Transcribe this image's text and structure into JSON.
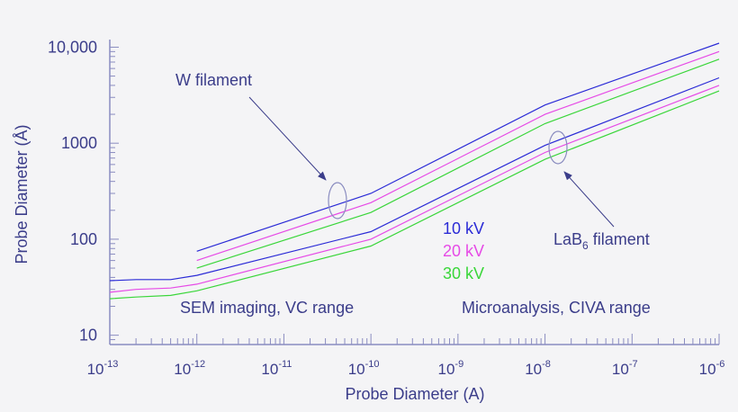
{
  "chart_data": {
    "type": "line",
    "xlabel": "Probe Diameter (A)",
    "ylabel": "Probe Diameter (Å)",
    "x_scale": "log",
    "y_scale": "log",
    "xlim": [
      1e-13,
      1e-06
    ],
    "ylim": [
      8,
      12000
    ],
    "x_ticks": [
      {
        "value": 1e-13,
        "base": "10",
        "exp": "-13"
      },
      {
        "value": 1e-12,
        "base": "10",
        "exp": "-12"
      },
      {
        "value": 1e-11,
        "base": "10",
        "exp": "-11"
      },
      {
        "value": 1e-10,
        "base": "10",
        "exp": "-10"
      },
      {
        "value": 1e-09,
        "base": "10",
        "exp": "-9"
      },
      {
        "value": 1e-08,
        "base": "10",
        "exp": "-8"
      },
      {
        "value": 1e-07,
        "base": "10",
        "exp": "-7"
      },
      {
        "value": 1e-06,
        "base": "10",
        "exp": "-6"
      }
    ],
    "y_ticks": [
      {
        "value": 10,
        "label": "10"
      },
      {
        "value": 100,
        "label": "100"
      },
      {
        "value": 1000,
        "label": "1000"
      },
      {
        "value": 10000,
        "label": "10,000"
      }
    ],
    "grid": false,
    "colors": {
      "10 kV": "#2b2bd6",
      "20 kV": "#e64ae6",
      "30 kV": "#3ad63a",
      "text": "#3b3d8a",
      "axis": "#8a8cc0"
    },
    "series": [
      {
        "group": "W filament",
        "kv": "10 kV",
        "points": [
          [
            1e-12,
            75
          ],
          [
            1e-10,
            300
          ],
          [
            1e-08,
            2500
          ],
          [
            1e-06,
            11000
          ]
        ]
      },
      {
        "group": "W filament",
        "kv": "20 kV",
        "points": [
          [
            1e-12,
            60
          ],
          [
            1e-10,
            240
          ],
          [
            1e-08,
            2000
          ],
          [
            1e-06,
            9000
          ]
        ]
      },
      {
        "group": "W filament",
        "kv": "30 kV",
        "points": [
          [
            1e-12,
            50
          ],
          [
            1e-10,
            190
          ],
          [
            1e-08,
            1600
          ],
          [
            1e-06,
            7500
          ]
        ]
      },
      {
        "group": "LaB6 filament",
        "kv": "10 kV",
        "points": [
          [
            1e-13,
            37
          ],
          [
            2e-13,
            38
          ],
          [
            5e-13,
            38
          ],
          [
            1e-12,
            42
          ],
          [
            1e-10,
            120
          ],
          [
            1e-08,
            950
          ],
          [
            1e-06,
            4800
          ]
        ]
      },
      {
        "group": "LaB6 filament",
        "kv": "20 kV",
        "points": [
          [
            1e-13,
            28
          ],
          [
            2e-13,
            30
          ],
          [
            5e-13,
            31
          ],
          [
            1e-12,
            34
          ],
          [
            1e-10,
            100
          ],
          [
            1e-08,
            800
          ],
          [
            1e-06,
            4000
          ]
        ]
      },
      {
        "group": "LaB6 filament",
        "kv": "30 kV",
        "points": [
          [
            1e-13,
            24
          ],
          [
            2e-13,
            25
          ],
          [
            5e-13,
            26
          ],
          [
            1e-12,
            29
          ],
          [
            1e-10,
            85
          ],
          [
            1e-08,
            680
          ],
          [
            1e-06,
            3500
          ]
        ]
      }
    ],
    "legend": [
      {
        "label": "10 kV",
        "color": "#2b2bd6"
      },
      {
        "label": "20 kV",
        "color": "#e64ae6"
      },
      {
        "label": "30 kV",
        "color": "#3ad63a"
      }
    ],
    "annotations": {
      "w_filament": "W filament",
      "lab6_main": "LaB",
      "lab6_sub": "6",
      "lab6_rest": " filament",
      "sem": "SEM imaging, VC range",
      "micro": "Microanalysis, CIVA range"
    }
  }
}
